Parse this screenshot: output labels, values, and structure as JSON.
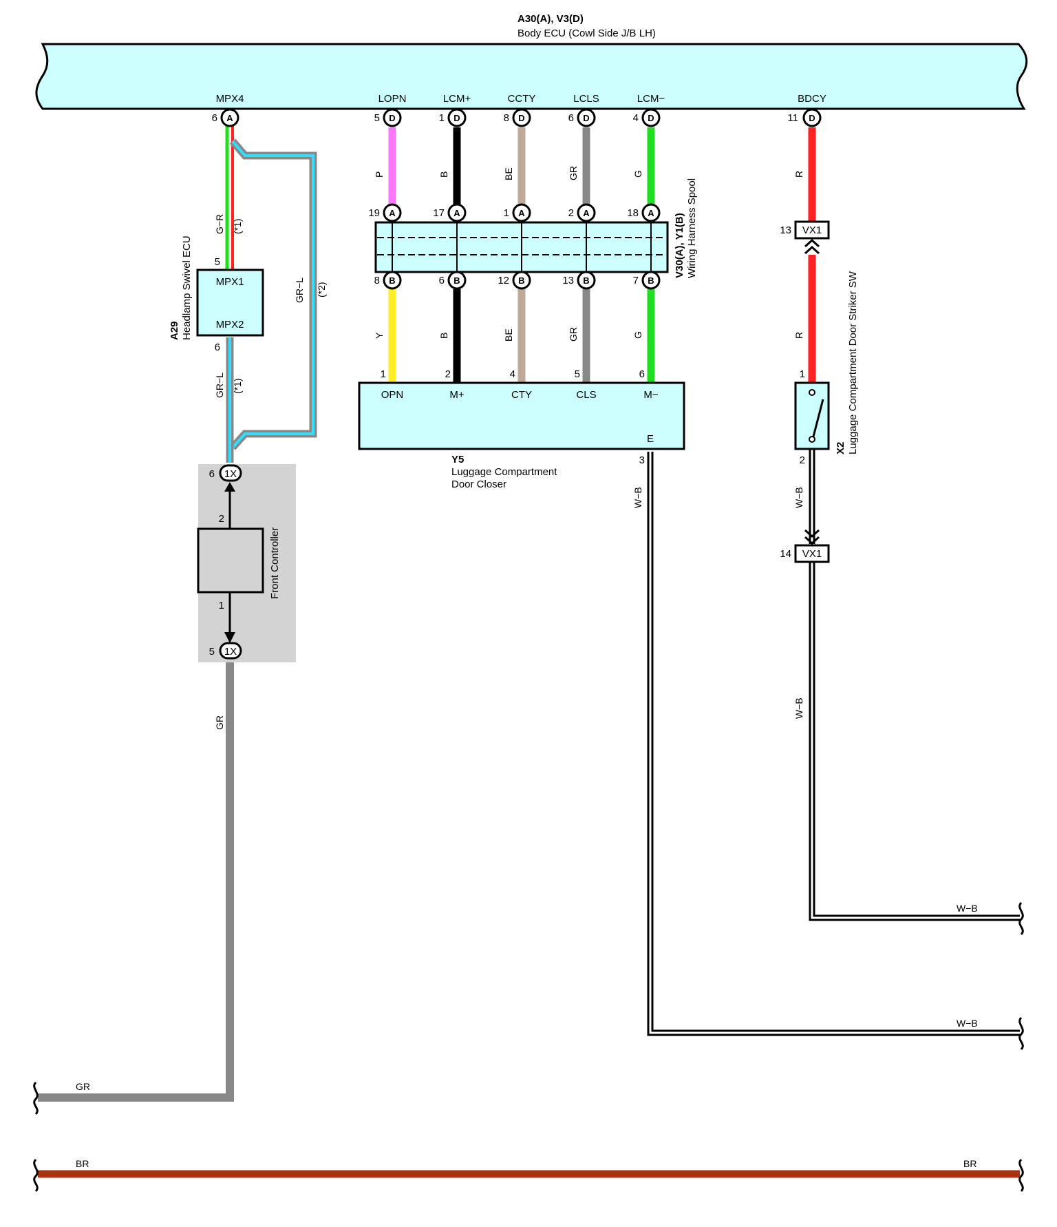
{
  "colors": {
    "component_fill": "#ccffff",
    "shaded_area": "#d3d3d3",
    "P": "#ff77ff",
    "B": "#000000",
    "BE": "#bfa999",
    "GR": "#888888",
    "G": "#22dd22",
    "R": "#ff2222",
    "Y": "#ffee22",
    "L": "#33ddff",
    "W": "#ffffff",
    "BR": "#aa3311"
  },
  "body_ecu": {
    "code": "A30(A), V3(D)",
    "name": "Body ECU (Cowl Side J/B LH)",
    "terminals": [
      {
        "name": "MPX4",
        "pin": "6",
        "conn": "A"
      },
      {
        "name": "LOPN",
        "pin": "5",
        "conn": "D"
      },
      {
        "name": "LCM+",
        "pin": "1",
        "conn": "D"
      },
      {
        "name": "CCTY",
        "pin": "8",
        "conn": "D"
      },
      {
        "name": "LCLS",
        "pin": "6",
        "conn": "D"
      },
      {
        "name": "LCM−",
        "pin": "4",
        "conn": "D"
      },
      {
        "name": "BDCY",
        "pin": "11",
        "conn": "D"
      }
    ]
  },
  "headlamp_ecu": {
    "code": "A29",
    "name": "Headlamp Swivel ECU",
    "term_in": "MPX1",
    "term_out": "MPX2",
    "pin_in": "5",
    "pin_out": "6",
    "wire_top": "G−R",
    "wire_bottom": "GR−L",
    "note1": "(*1)",
    "note2": "(*1)"
  },
  "bypass": {
    "wire": "GR−L",
    "note": "(*2)"
  },
  "spool": {
    "code": "V30(A), Y1(B)",
    "name": "Wiring Harness Spool",
    "top_pins": [
      {
        "pin": "19",
        "conn": "A",
        "wire": "P"
      },
      {
        "pin": "17",
        "conn": "A",
        "wire": "B"
      },
      {
        "pin": "1",
        "conn": "A",
        "wire": "BE"
      },
      {
        "pin": "2",
        "conn": "A",
        "wire": "GR"
      },
      {
        "pin": "18",
        "conn": "A",
        "wire": "G"
      }
    ],
    "bottom_pins": [
      {
        "pin": "8",
        "conn": "B",
        "wire": "Y"
      },
      {
        "pin": "6",
        "conn": "B",
        "wire": "B"
      },
      {
        "pin": "12",
        "conn": "B",
        "wire": "BE"
      },
      {
        "pin": "13",
        "conn": "B",
        "wire": "GR"
      },
      {
        "pin": "7",
        "conn": "B",
        "wire": "G"
      }
    ]
  },
  "closer": {
    "code": "Y5",
    "name_line1": "Luggage Compartment",
    "name_line2": "Door Closer",
    "terminals": [
      {
        "name": "OPN",
        "pin": "1"
      },
      {
        "name": "M+",
        "pin": "2"
      },
      {
        "name": "CTY",
        "pin": "4"
      },
      {
        "name": "CLS",
        "pin": "5"
      },
      {
        "name": "M−",
        "pin": "6"
      }
    ],
    "ground_term": "E",
    "ground_pin": "3",
    "ground_wire": "W−B"
  },
  "striker_sw": {
    "code": "X2",
    "name": "Luggage Compartment Door Striker SW",
    "wire_top": "R",
    "wire_mid": "R",
    "pin_top": "1",
    "pin_bottom": "2",
    "wire_bottom": "W−B",
    "wire_low": "W−B",
    "vx1_top": {
      "label": "VX1",
      "pin": "13"
    },
    "vx1_bottom": {
      "label": "VX1",
      "pin": "14"
    }
  },
  "front_controller": {
    "name": "Front Controller",
    "pin_top": "2",
    "pin_bottom": "1",
    "conn_top": {
      "label": "1X",
      "pin": "6"
    },
    "conn_bottom": {
      "label": "1X",
      "pin": "5"
    },
    "wire_out": "GR"
  },
  "bottom_wires": {
    "gr_left": "GR",
    "wb_right_1": "W−B",
    "wb_right_2": "W−B",
    "br_left": "BR",
    "br_right": "BR"
  }
}
